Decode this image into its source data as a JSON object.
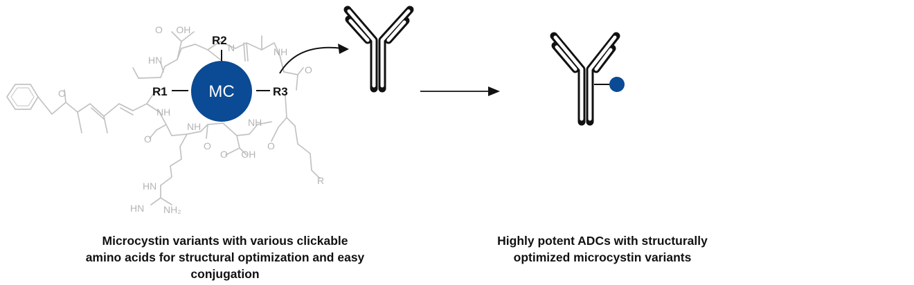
{
  "structure": {
    "core_label": "MC",
    "r1": "R1",
    "r2": "R2",
    "r3": "R3",
    "atoms": {
      "cooh_top": "O     OH",
      "hn_top": "HN",
      "n_methyl": "N",
      "nh_right": "NH",
      "o_right": "O",
      "o_methoxy": "O",
      "nh_left": "NH",
      "nh_mid": "NH",
      "nh_low": "NH",
      "cooh_bottom": "O     OH",
      "o_bottom_left": "O",
      "o_bottom_mid": "O",
      "o_bottom_right": "O",
      "hn_guanidine": "HN",
      "hn_imine": "HN",
      "nh2": "NH₂",
      "r_chain": "R"
    }
  },
  "colors": {
    "core_fill": "#0b4a94",
    "payload_dot": "#0b4a94",
    "structure_gray": "#c2c2c2",
    "text_dark": "#111111"
  },
  "captions": {
    "left_line1": "Microcystin variants with various clickable",
    "left_line2": "amino acids for structural optimization and easy",
    "left_line3": "conjugation",
    "right_line1": "Highly potent ADCs with structurally",
    "right_line2": "optimized microcystin variants"
  }
}
